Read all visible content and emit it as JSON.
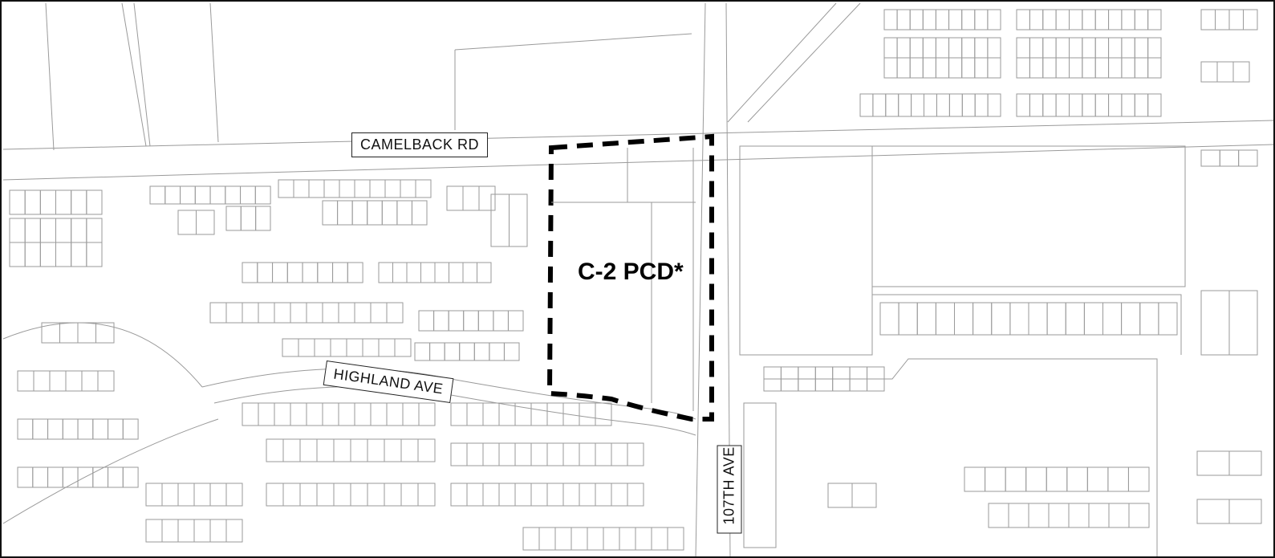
{
  "map": {
    "streets": {
      "camelback": "CAMELBACK RD",
      "highland": "HIGHLAND AVE",
      "ave107": "107TH AVE"
    },
    "zone": {
      "label": "C-2 PCD*"
    },
    "colors": {
      "line": "#9a9a9a",
      "border": "#111111",
      "boundary": "#000000",
      "background": "#ffffff"
    }
  }
}
